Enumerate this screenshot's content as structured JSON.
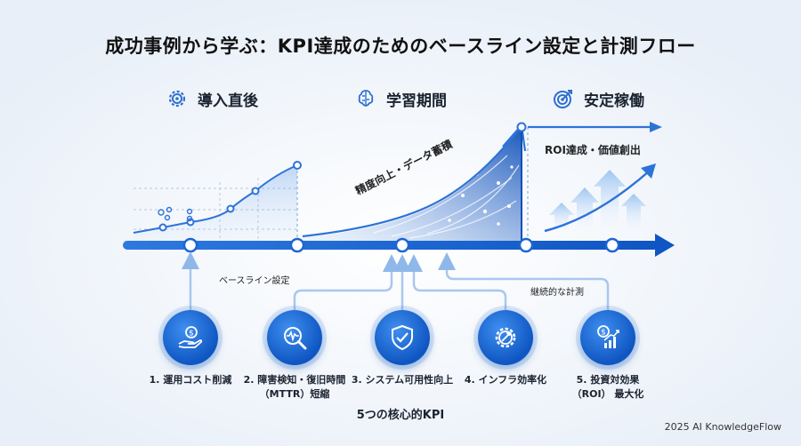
{
  "title": "成功事例から学ぶ：KPI達成のためのベースライン設定と計測フロー",
  "phases": [
    {
      "label": "導入直後",
      "icon": "gear-icon"
    },
    {
      "label": "学習期間",
      "icon": "brain-icon"
    },
    {
      "label": "安定稼働",
      "icon": "target-icon"
    }
  ],
  "annotations": {
    "baseline": "ベースライン設定",
    "accuracy": "精度向上・データ蓄積",
    "roi": "ROI達成・価値創出",
    "continuous": "継続的な計測"
  },
  "kpis": [
    {
      "label": "1. 運用コスト削減",
      "icon": "money-hand-icon"
    },
    {
      "label": "2. 障害検知・復旧時間（MTTR）短縮",
      "line1": "2. 障害検知・復旧時間",
      "line2": "（MTTR）短縮",
      "icon": "magnifier-pulse-icon"
    },
    {
      "label": "3. システム可用性向上",
      "icon": "shield-check-icon"
    },
    {
      "label": "4. インフラ効率化",
      "icon": "gear-wrench-icon"
    },
    {
      "label": "5. 投資対効果（ROI）最大化",
      "line1": "5. 投資対効果",
      "line2": "（ROI） 最大化",
      "icon": "roi-chart-icon"
    }
  ],
  "section_label": "5つの核心的KPI",
  "footer": "2025 AI KnowledgeFlow",
  "colors": {
    "accent": "#1a64d6",
    "light": "#7fb2ef",
    "dark": "#0d3f8f"
  }
}
